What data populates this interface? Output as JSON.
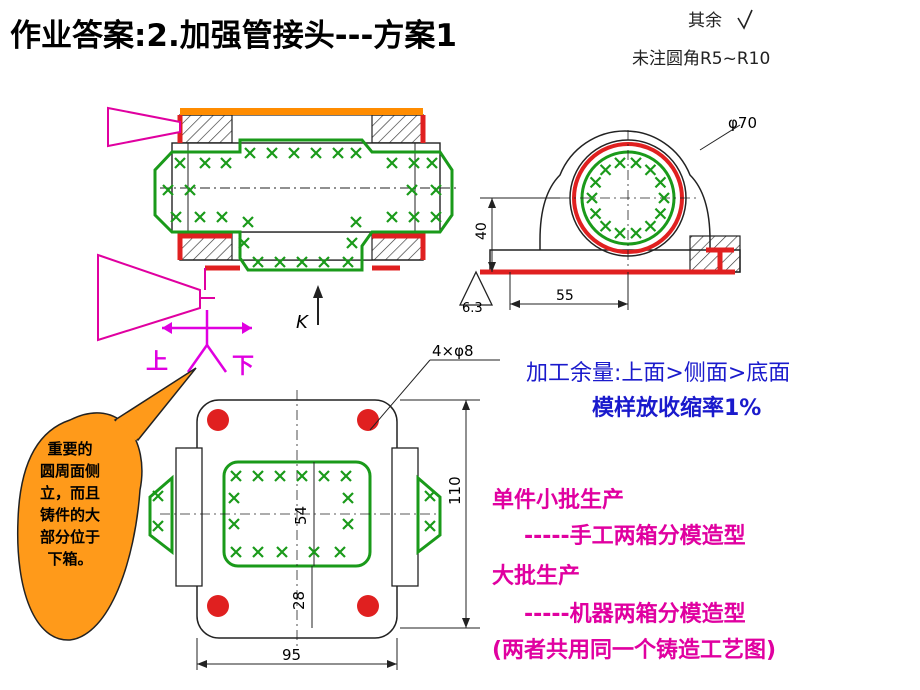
{
  "title": "作业答案:2.加强管接头---方案1",
  "top_note": {
    "line1": "其余",
    "line2": "未注圆角R5~R10"
  },
  "dims": {
    "phi70": "φ70",
    "h40": "40",
    "w55": "55",
    "rough": "6.3",
    "k": "K",
    "holes": "4×φ8",
    "d54": "54",
    "d110": "110",
    "d28": "28",
    "d95": "95"
  },
  "direction": {
    "up": "上",
    "down": "下"
  },
  "callout": {
    "lines": [
      "重要的",
      "圆周面侧",
      "立，而且",
      "铸件的大",
      "部分位于",
      "下箱。"
    ]
  },
  "notes_blue": {
    "line1": "加工余量:上面>侧面>底面",
    "line2": "模样放收缩率1%"
  },
  "notes_magenta": {
    "l1": "单件小批生产",
    "l2": "-----手工两箱分模造型",
    "l3": "大批生产",
    "l4": "-----机器两箱分模造型",
    "l5": "(两者共用同一个铸造工艺图)"
  },
  "colors": {
    "green": "#1a9a1a",
    "red": "#e02020",
    "orange": "#ff8c00",
    "magenta": "#e000a0",
    "blue": "#1a1acc"
  }
}
